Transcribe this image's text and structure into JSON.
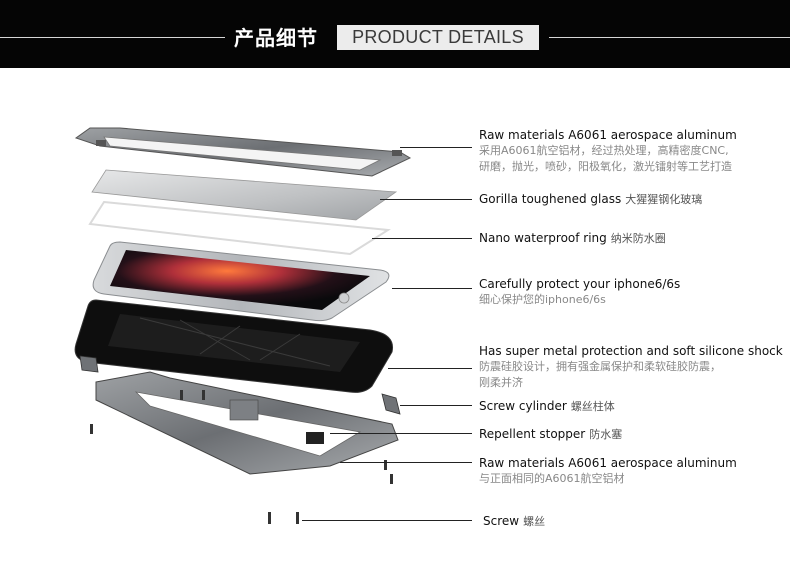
{
  "header": {
    "title_cn": "产品细节",
    "title_en": "PRODUCT DETAILS"
  },
  "callouts": [
    {
      "en": "Raw materials A6061 aerospace aluminum",
      "cn": [
        "采用A6061航空铝材，经过热处理，高精密度CNC,",
        "研磨，抛光，喷砂，阳极氧化，激光镭射等工艺打造"
      ]
    },
    {
      "en": "Gorilla toughened glass",
      "cn_inline": "大猩猩钢化玻璃"
    },
    {
      "en": "Nano waterproof ring",
      "cn_inline": "纳米防水圈"
    },
    {
      "en": "Carefully protect your iphone6/6s",
      "cn": [
        "细心保护您的iphone6/6s"
      ]
    },
    {
      "en": "Has super metal protection and soft silicone shock",
      "cn": [
        "防震硅胶设计，拥有强金属保护和柔软硅胶防震，",
        "刚柔并济"
      ]
    },
    {
      "en": "Screw cylinder",
      "cn_inline": "螺丝柱体"
    },
    {
      "en": "Repellent stopper",
      "cn_inline": "防水塞"
    },
    {
      "en": "Raw materials A6061 aerospace aluminum",
      "cn": [
        "与正面相同的A6061航空铝材"
      ]
    },
    {
      "en": "Screw",
      "cn_inline": "螺丝"
    }
  ],
  "colors": {
    "header_bg": "#050505",
    "frame_gray": "#8a8d90",
    "phone_silver": "#c9ccd0",
    "rubber_black": "#0e0e0e"
  }
}
